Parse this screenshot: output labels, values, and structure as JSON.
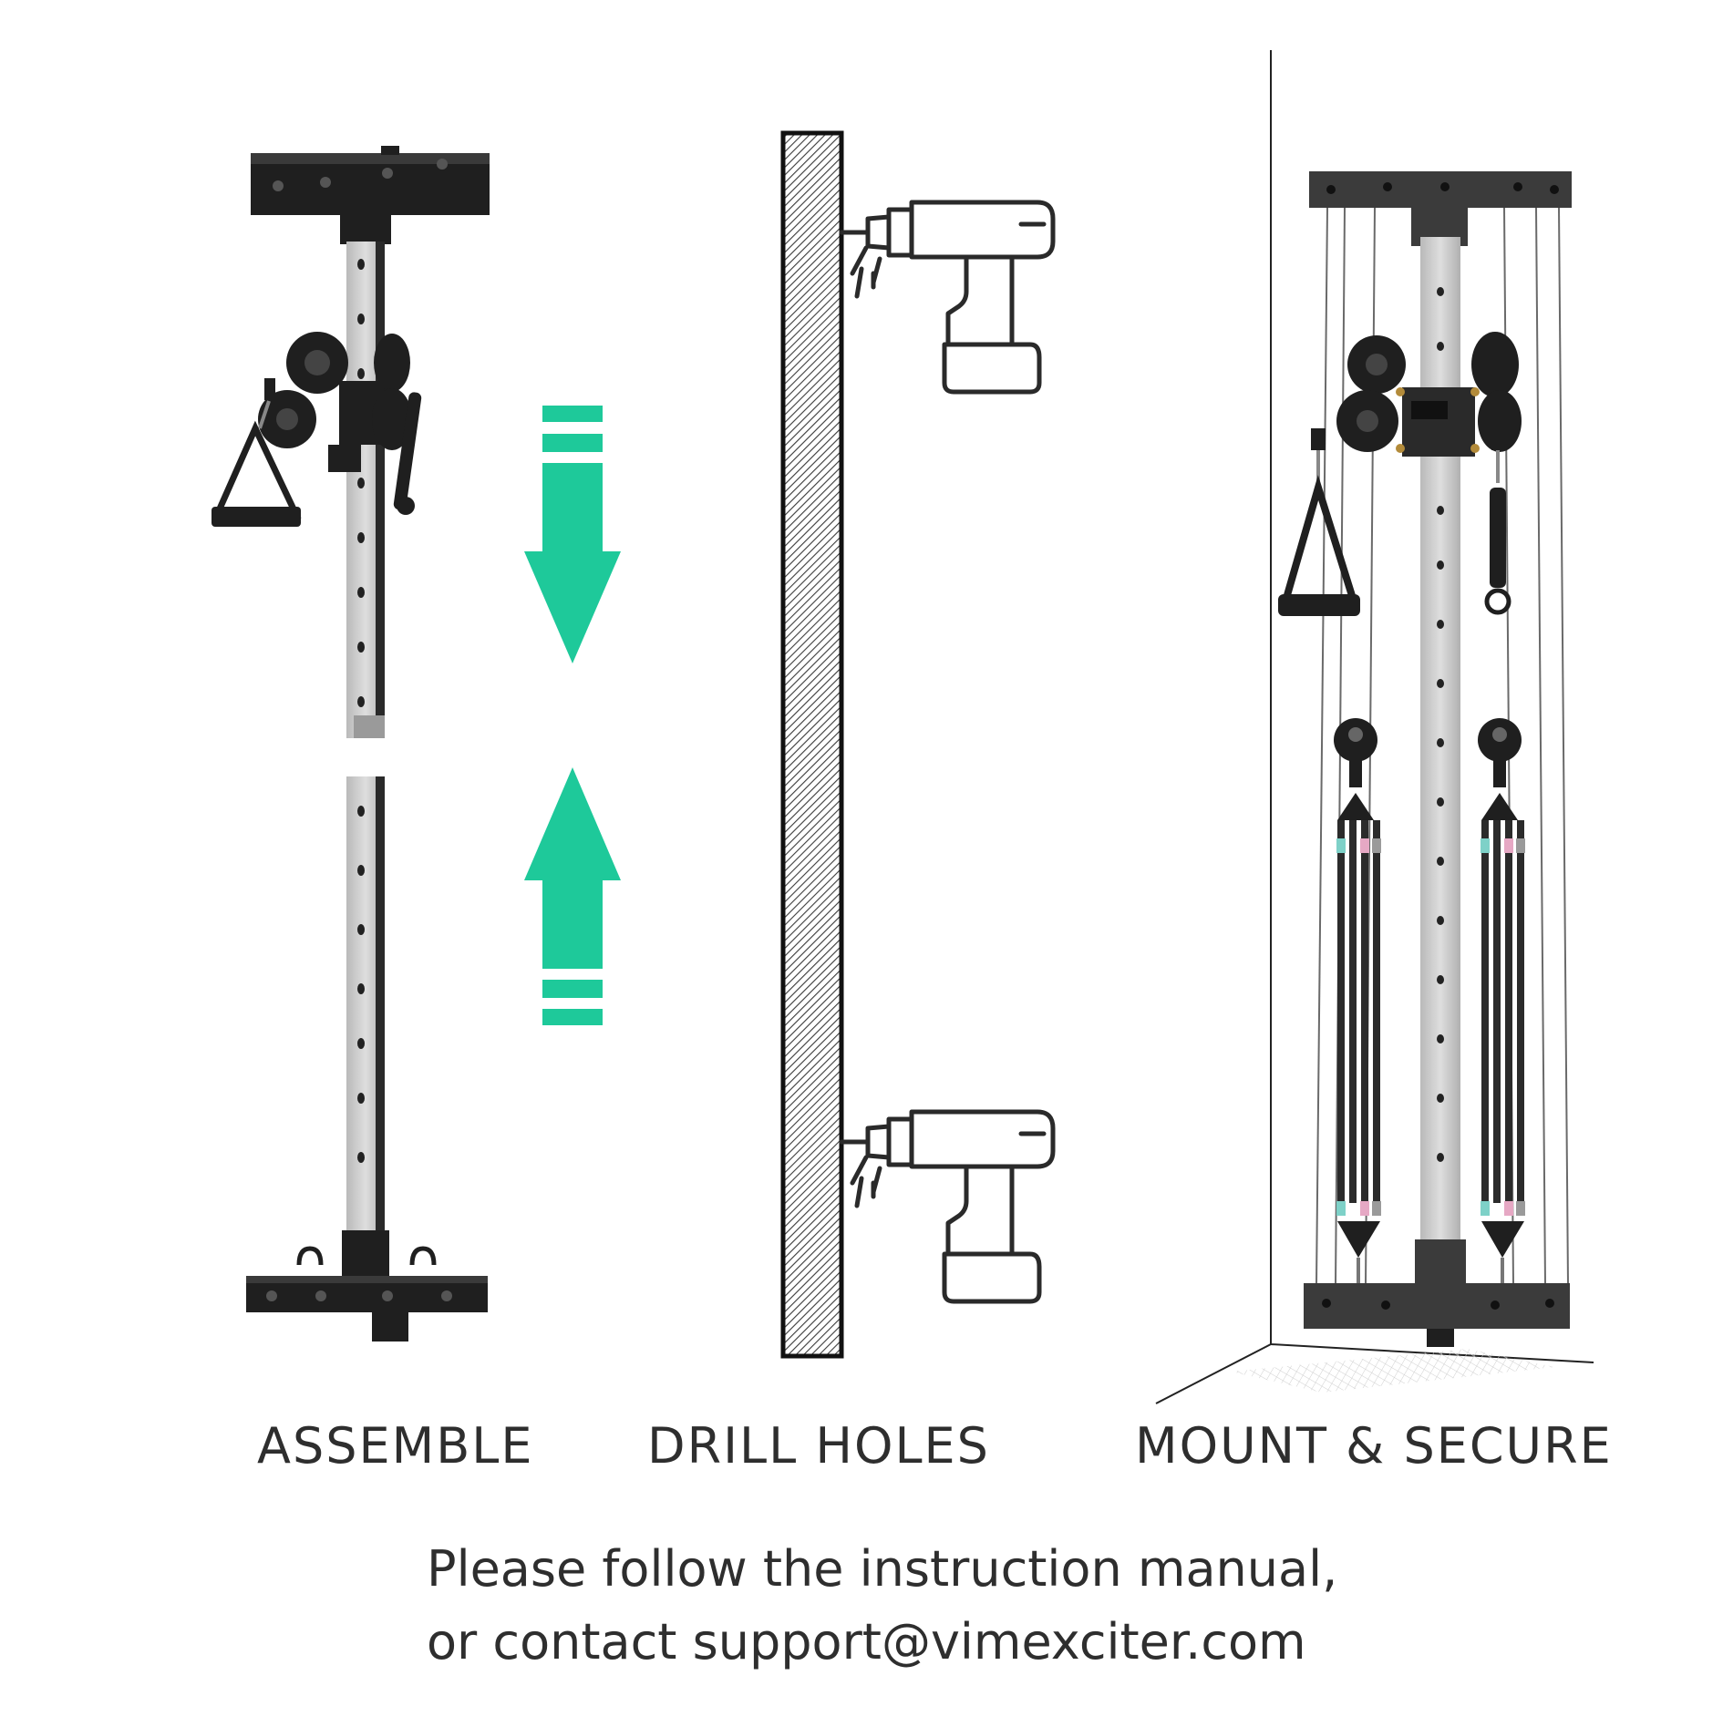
{
  "steps": [
    {
      "label": "ASSEMBLE",
      "icon": "frame-assembly-illustration"
    },
    {
      "label": "DRILL HOLES",
      "icon": "wall-drill-illustration"
    },
    {
      "label": "MOUNT & SECURE",
      "icon": "mounted-cable-machine-illustration"
    }
  ],
  "footer": {
    "line1": "Please follow the instruction manual,",
    "line2": "or contact support@vimexciter.com"
  },
  "colors": {
    "accent": "#1ec99a",
    "frame": "#1f1f1f",
    "upright": "#c8c8c8",
    "text": "#2e2e2e"
  },
  "icons": [
    "arrow-down-icon",
    "arrow-up-icon",
    "drill-icon",
    "wall-icon"
  ]
}
